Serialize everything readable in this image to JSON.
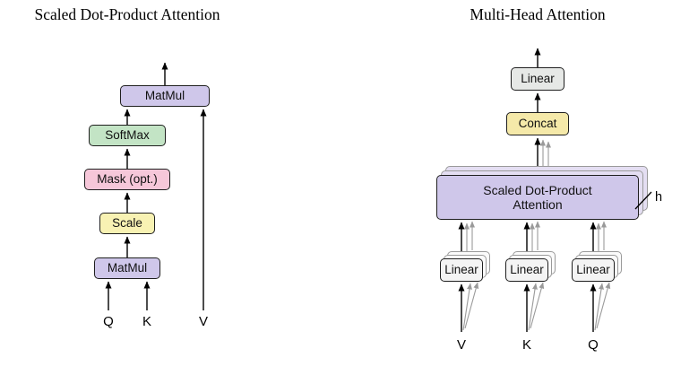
{
  "figure": {
    "left": {
      "title": "Scaled Dot-Product Attention",
      "boxes": {
        "matmul_top": "MatMul",
        "softmax": "SoftMax",
        "mask": "Mask (opt.)",
        "scale": "Scale",
        "matmul_bottom": "MatMul"
      },
      "inputs": {
        "q": "Q",
        "k": "K",
        "v": "V"
      }
    },
    "right": {
      "title": "Multi-Head Attention",
      "boxes": {
        "linear_out": "Linear",
        "concat": "Concat",
        "attention": "Scaled Dot-Product\nAttention",
        "linear_v": "Linear",
        "linear_k": "Linear",
        "linear_q": "Linear"
      },
      "heads_label": "h",
      "inputs": {
        "v": "V",
        "k": "K",
        "q": "Q"
      }
    },
    "colors": {
      "matmul": "#cfc7ea",
      "attention": "#cfc7ea",
      "softmax": "#c3e4c5",
      "mask": "#f6c7d9",
      "scale": "#f8f2b3",
      "concat": "#f5e9a9",
      "linear_out": "#e6e8e6",
      "linear_in": "#f4f4f4"
    }
  }
}
